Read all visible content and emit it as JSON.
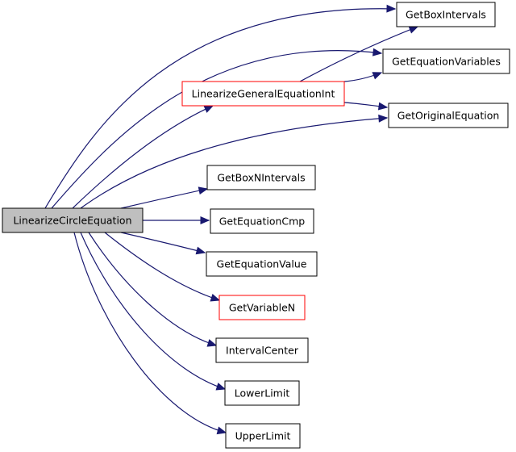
{
  "colors": {
    "edge": "#191970",
    "node_border": "#000000",
    "node_border_highlight": "#ff0000",
    "root_fill": "#bfbfbf",
    "node_fill": "#ffffff"
  },
  "nodes": [
    {
      "id": "LinearizeCircleEquation",
      "label": "LinearizeCircleEquation",
      "style": "root"
    },
    {
      "id": "LinearizeGeneralEquationInt",
      "label": "LinearizeGeneralEquationInt",
      "style": "highlight"
    },
    {
      "id": "GetBoxIntervals",
      "label": "GetBoxIntervals",
      "style": "normal"
    },
    {
      "id": "GetEquationVariables",
      "label": "GetEquationVariables",
      "style": "normal"
    },
    {
      "id": "GetOriginalEquation",
      "label": "GetOriginalEquation",
      "style": "normal"
    },
    {
      "id": "GetBoxNIntervals",
      "label": "GetBoxNIntervals",
      "style": "normal"
    },
    {
      "id": "GetEquationCmp",
      "label": "GetEquationCmp",
      "style": "normal"
    },
    {
      "id": "GetEquationValue",
      "label": "GetEquationValue",
      "style": "normal"
    },
    {
      "id": "GetVariableN",
      "label": "GetVariableN",
      "style": "highlight"
    },
    {
      "id": "IntervalCenter",
      "label": "IntervalCenter",
      "style": "normal"
    },
    {
      "id": "LowerLimit",
      "label": "LowerLimit",
      "style": "normal"
    },
    {
      "id": "UpperLimit",
      "label": "UpperLimit",
      "style": "normal"
    }
  ],
  "edges": [
    {
      "from": "LinearizeCircleEquation",
      "to": "GetBoxIntervals"
    },
    {
      "from": "LinearizeCircleEquation",
      "to": "GetEquationVariables"
    },
    {
      "from": "LinearizeCircleEquation",
      "to": "LinearizeGeneralEquationInt"
    },
    {
      "from": "LinearizeCircleEquation",
      "to": "GetOriginalEquation"
    },
    {
      "from": "LinearizeCircleEquation",
      "to": "GetBoxNIntervals"
    },
    {
      "from": "LinearizeCircleEquation",
      "to": "GetEquationCmp"
    },
    {
      "from": "LinearizeCircleEquation",
      "to": "GetEquationValue"
    },
    {
      "from": "LinearizeCircleEquation",
      "to": "GetVariableN"
    },
    {
      "from": "LinearizeCircleEquation",
      "to": "IntervalCenter"
    },
    {
      "from": "LinearizeCircleEquation",
      "to": "LowerLimit"
    },
    {
      "from": "LinearizeCircleEquation",
      "to": "UpperLimit"
    },
    {
      "from": "LinearizeGeneralEquationInt",
      "to": "GetBoxIntervals"
    },
    {
      "from": "LinearizeGeneralEquationInt",
      "to": "GetEquationVariables"
    },
    {
      "from": "LinearizeGeneralEquationInt",
      "to": "GetOriginalEquation"
    }
  ]
}
